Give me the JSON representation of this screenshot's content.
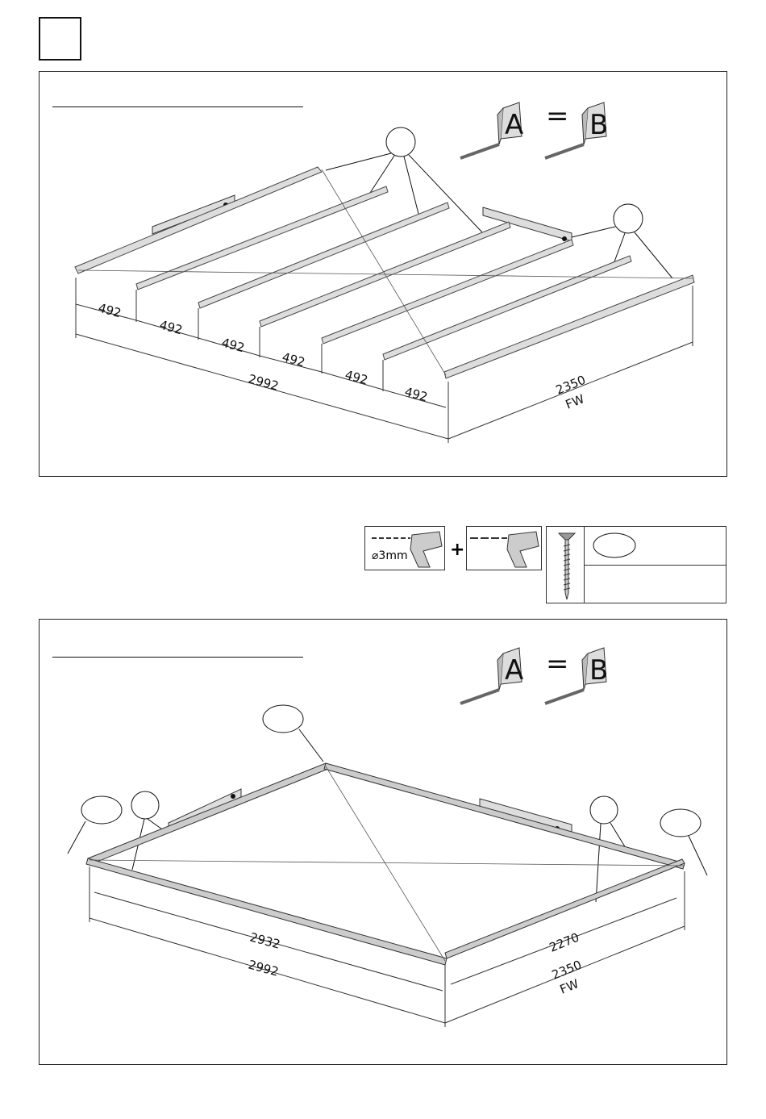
{
  "step": {
    "number": ""
  },
  "measure_equal": {
    "left": "A",
    "right": "B",
    "equals": "="
  },
  "panel1": {
    "spacing": [
      "492",
      "492",
      "492",
      "492",
      "492",
      "492"
    ],
    "total_length": "2992",
    "width": "2350",
    "width_code": "FW"
  },
  "tools": {
    "drill_size": "⌀3mm",
    "plus": "+"
  },
  "screw_table": {
    "qty": "",
    "note": ""
  },
  "panel2": {
    "inner_length": "2932",
    "total_length": "2992",
    "inner_width": "2270",
    "width": "2350",
    "width_code": "FW"
  }
}
